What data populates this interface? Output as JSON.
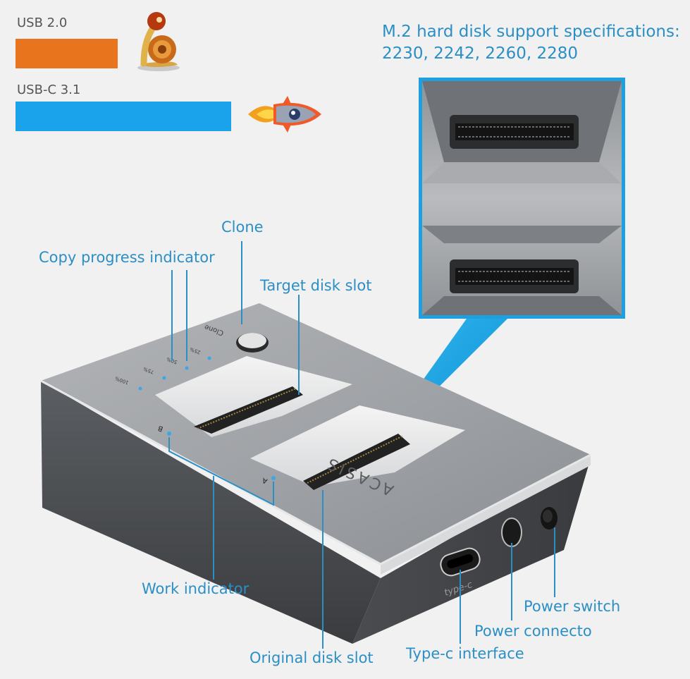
{
  "speed": {
    "usb2_label": "USB 2.0",
    "usb2_color": "#e8741e",
    "usb2_icon": "snail-icon",
    "usbc_label": "USB-C 3.1",
    "usbc_color": "#1aa3ea",
    "usbc_icon": "rocket-icon"
  },
  "spec": {
    "line1": "M.2 hard disk support specifications:",
    "line2": "2230, 2242, 2260, 2280"
  },
  "callouts": {
    "clone": "Clone",
    "copy_progress": "Copy progress indicator",
    "target_slot": "Target disk slot",
    "work_indicator": "Work indicator",
    "original_slot": "Original disk slot",
    "typec": "Type-c interface",
    "power_connector": "Power connecto",
    "power_switch": "Power switch"
  },
  "device": {
    "brand": "ACASIS",
    "clone_button_label": "Clone",
    "progress_marks": [
      "100%",
      "75%",
      "50%",
      "25%"
    ],
    "slot_a": "A",
    "slot_b": "B",
    "port_label": "type-c"
  },
  "colors": {
    "accent": "#2b8fc6"
  }
}
